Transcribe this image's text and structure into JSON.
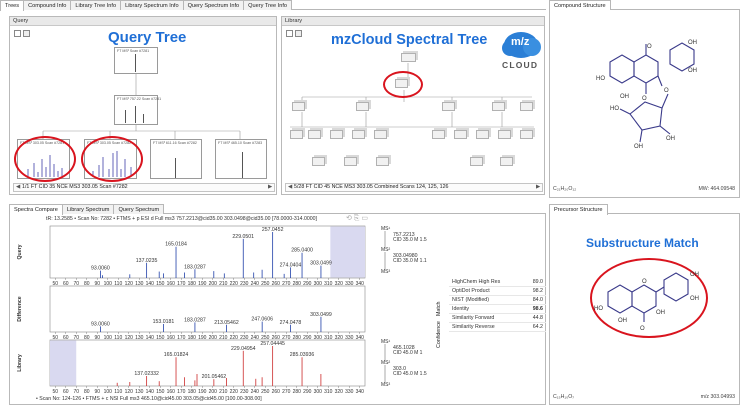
{
  "top_tabs": [
    "Trees",
    "Compound Info",
    "Library Tree Info",
    "Library Spectrum Info",
    "Query Spectrum Info",
    "Query Tree Info"
  ],
  "query_panel": {
    "title": "Query",
    "banner": "Query Tree",
    "nav": "1/1 FT CID 35 NCE MS3 303.05 Scan  #7282",
    "node_root": "FT MS² Scan #7281",
    "node_mid": "FT MS² 757.22 Scan #7281",
    "leaves": [
      "FT MS³ 303.05 Scan #7281",
      "FT MS³ 303.05 Scan #7282",
      "FT MS³ 611.16 Scan #7282",
      "FT MS³ 465.10 Scan #7283"
    ]
  },
  "library_panel": {
    "title": "Library",
    "banner": "mzCloud Spectral Tree",
    "logo_text": "m/z",
    "logo_sub": "CLOUD",
    "nav": "5/28 FT CID 45 NCE MS3 303.05 Combined Scans 124, 125, 126"
  },
  "compound_structure": {
    "tab": "Compound Structure",
    "formula": "C₂₁H₂₀O₁₂",
    "mw": "MW: 464.09548"
  },
  "spectra_tabs": [
    "Spectra Compare",
    "Library Spectrum",
    "Query Spectrum"
  ],
  "query_header": "tR: 13.2585 • Scan No: 7282 • FTMS + p ESI d Full ms3 757.2213@cid35.00 303.0498@cid35.00 [78.0000-314.0000]",
  "library_footer": "• Scan No: 124-126 • FTMS + c NSI Full ms3 465.10@cid45.00 303.05@cid45.00 [100.00-308.00]",
  "plots": {
    "x_ticks": [
      "50",
      "60",
      "70",
      "80",
      "90",
      "100",
      "110",
      "120",
      "130",
      "140",
      "150",
      "160",
      "170",
      "180",
      "190",
      "200",
      "210",
      "220",
      "230",
      "240",
      "250",
      "260",
      "270",
      "280",
      "290",
      "300",
      "310",
      "320",
      "330",
      "340"
    ],
    "query": {
      "ylabel": "Query",
      "peaks": [
        {
          "mz": 93.006,
          "rel": 16,
          "label": "93.0060"
        },
        {
          "mz": 137.0235,
          "rel": 33,
          "label": "137.0235"
        },
        {
          "mz": 165.0184,
          "rel": 68,
          "label": "165.0184"
        },
        {
          "mz": 183.0287,
          "rel": 19,
          "label": "183.0287"
        },
        {
          "mz": 229.0501,
          "rel": 85,
          "label": "229.0501"
        },
        {
          "mz": 257.0452,
          "rel": 100,
          "label": "257.0452"
        },
        {
          "mz": 274.0404,
          "rel": 23,
          "label": "274.0404"
        },
        {
          "mz": 285.04,
          "rel": 55,
          "label": "285.0400"
        },
        {
          "mz": 303.0499,
          "rel": 27,
          "label": "303.0499"
        },
        {
          "mz": 95,
          "rel": 6,
          "label": ""
        },
        {
          "mz": 121,
          "rel": 8,
          "label": ""
        },
        {
          "mz": 149,
          "rel": 14,
          "label": ""
        },
        {
          "mz": 153,
          "rel": 10,
          "label": ""
        },
        {
          "mz": 173,
          "rel": 12,
          "label": ""
        },
        {
          "mz": 201,
          "rel": 15,
          "label": ""
        },
        {
          "mz": 211,
          "rel": 10,
          "label": ""
        },
        {
          "mz": 239,
          "rel": 12,
          "label": ""
        },
        {
          "mz": 247,
          "rel": 18,
          "label": ""
        },
        {
          "mz": 268,
          "rel": 9,
          "label": ""
        }
      ]
    },
    "difference": {
      "ylabel": "Difference",
      "peaks": [
        {
          "mz": 93.006,
          "rel": 14,
          "label": "93.0060"
        },
        {
          "mz": 153.0181,
          "rel": 20,
          "label": "153.0181"
        },
        {
          "mz": 183.0287,
          "rel": 24,
          "label": "183.0287"
        },
        {
          "mz": 213.05462,
          "rel": 18,
          "label": "213.05462"
        },
        {
          "mz": 247.0606,
          "rel": 26,
          "label": "247.0606"
        },
        {
          "mz": 274.0478,
          "rel": 18,
          "label": "274.0478"
        },
        {
          "mz": 303.0499,
          "rel": 38,
          "label": "303.0499"
        }
      ]
    },
    "library": {
      "ylabel": "Library",
      "peaks": [
        {
          "mz": 137.02332,
          "rel": 25,
          "label": "137.02332"
        },
        {
          "mz": 165.01824,
          "rel": 72,
          "label": "165.01824"
        },
        {
          "mz": 201.05462,
          "rel": 17,
          "label": "201.05462"
        },
        {
          "mz": 229.04954,
          "rel": 88,
          "label": "229.04954"
        },
        {
          "mz": 257.04445,
          "rel": 100,
          "label": "257.04445"
        },
        {
          "mz": 285.03936,
          "rel": 72,
          "label": "285.03936"
        },
        {
          "mz": 109,
          "rel": 8,
          "label": ""
        },
        {
          "mz": 121,
          "rel": 10,
          "label": ""
        },
        {
          "mz": 149,
          "rel": 12,
          "label": ""
        },
        {
          "mz": 173,
          "rel": 22,
          "label": ""
        },
        {
          "mz": 183,
          "rel": 14,
          "label": ""
        },
        {
          "mz": 185,
          "rel": 30,
          "label": ""
        },
        {
          "mz": 213,
          "rel": 20,
          "label": ""
        },
        {
          "mz": 241,
          "rel": 18,
          "label": ""
        },
        {
          "mz": 247,
          "rel": 22,
          "label": ""
        },
        {
          "mz": 303,
          "rel": 30,
          "label": ""
        }
      ]
    },
    "query_tree_labels": {
      "mz1": "757.2213",
      "sub1": "CID 35.0 M 1.5",
      "mz2": "303.04980",
      "sub2": "CID 35.0 M 1.1"
    },
    "library_tree_labels": {
      "mz1": "465.1028",
      "sub1": "CID 45.0 M 1",
      "mz2": "303.0",
      "sub2": "CID 45.0 M 1.5"
    },
    "ms_labels": [
      "MS¹",
      "MS²",
      "MS³"
    ]
  },
  "match": {
    "section_label": "Match",
    "confidence_label": "Confidence",
    "rows": [
      {
        "name": "HighChem High Res",
        "value": "89.0"
      },
      {
        "name": "OptiDot Product",
        "value": "98.2"
      },
      {
        "name": "NIST (Modified)",
        "value": "84.0"
      },
      {
        "name": "Identity",
        "value": "98.6"
      },
      {
        "name": "Similarity Forward",
        "value": "44.8"
      },
      {
        "name": "Similarity Reverse",
        "value": "64.2"
      }
    ]
  },
  "precursor": {
    "tab": "Precursor Structure",
    "banner": "Substructure Match",
    "formula": "C₁₅H₁₀O₇",
    "mz": "m/z 303.04993"
  },
  "colors": {
    "accent_blue": "#1f6fd6",
    "ring_red": "#d9141e",
    "peak_blue": "#1f3fa8",
    "peak_red": "#cc2b2b",
    "shade": "#d9d9f0"
  }
}
